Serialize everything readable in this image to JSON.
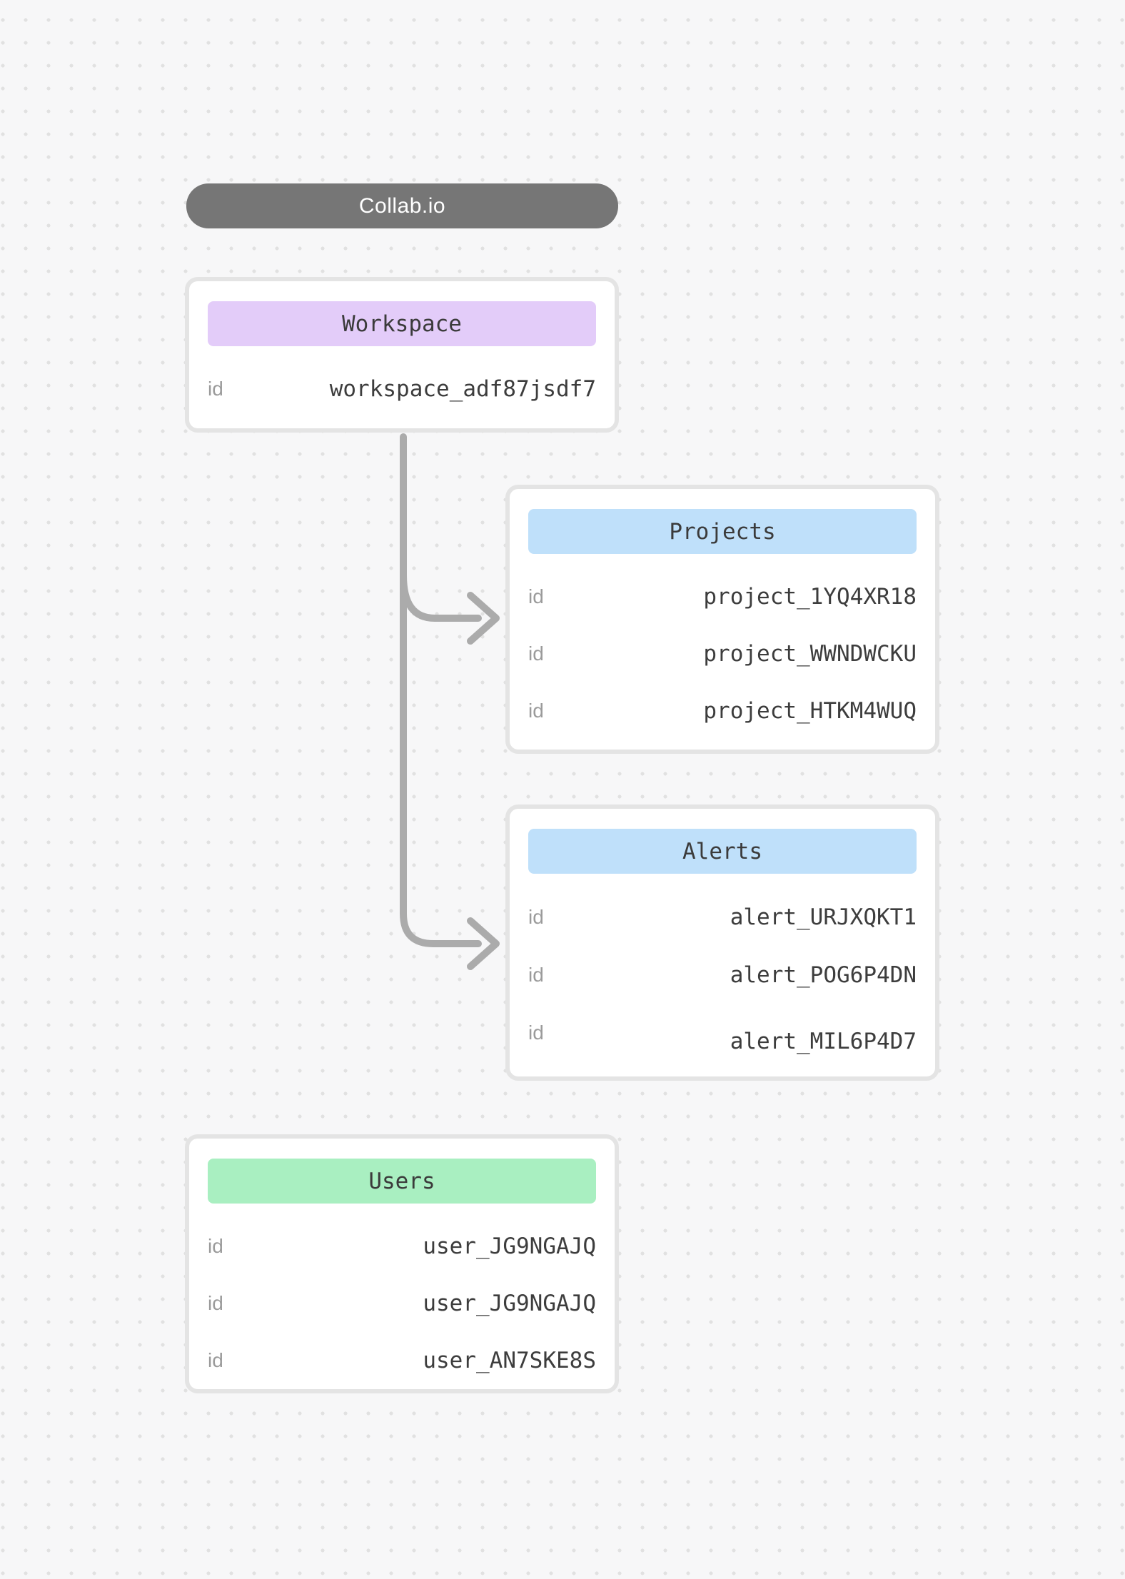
{
  "colors": {
    "background": "#f7f7f8",
    "dot": "#e1e1e1",
    "card-border": "#e4e4e4",
    "card-bg": "#ffffff",
    "pill-bg": "#767676",
    "pill-text": "#ffffff",
    "key-text": "#9b9b9b",
    "value-text": "#3d3d3d",
    "header-text": "#3b3b3b",
    "connector": "#ababab",
    "header-purple": "#e3ccf9",
    "header-blue": "#bfe0fa",
    "header-green": "#a9efc1"
  },
  "title_pill": {
    "label": "Collab.io"
  },
  "entities": [
    {
      "title": "Workspace",
      "header_color": "#e3ccf9",
      "rows": [
        {
          "key": "id",
          "value": "workspace_adf87jsdf7"
        }
      ]
    },
    {
      "title": "Projects",
      "header_color": "#bfe0fa",
      "rows": [
        {
          "key": "id",
          "value": "project_1YQ4XR18"
        },
        {
          "key": "id",
          "value": "project_WWNDWCKU"
        },
        {
          "key": "id",
          "value": "project_HTKM4WUQ"
        }
      ]
    },
    {
      "title": "Alerts",
      "header_color": "#bfe0fa",
      "rows": [
        {
          "key": "id",
          "value": "alert_URJXQKT1"
        },
        {
          "key": "id",
          "value": "alert_POG6P4DN"
        },
        {
          "key": "id",
          "value": "alert_MIL6P4D7"
        }
      ]
    },
    {
      "title": "Users",
      "header_color": "#a9efc1",
      "rows": [
        {
          "key": "id",
          "value": "user_JG9NGAJQ"
        },
        {
          "key": "id",
          "value": "user_JG9NGAJQ"
        },
        {
          "key": "id",
          "value": "user_AN7SKE8S"
        }
      ]
    }
  ],
  "connections": [
    {
      "from": "Workspace",
      "to": "Projects"
    },
    {
      "from": "Workspace",
      "to": "Alerts"
    }
  ]
}
